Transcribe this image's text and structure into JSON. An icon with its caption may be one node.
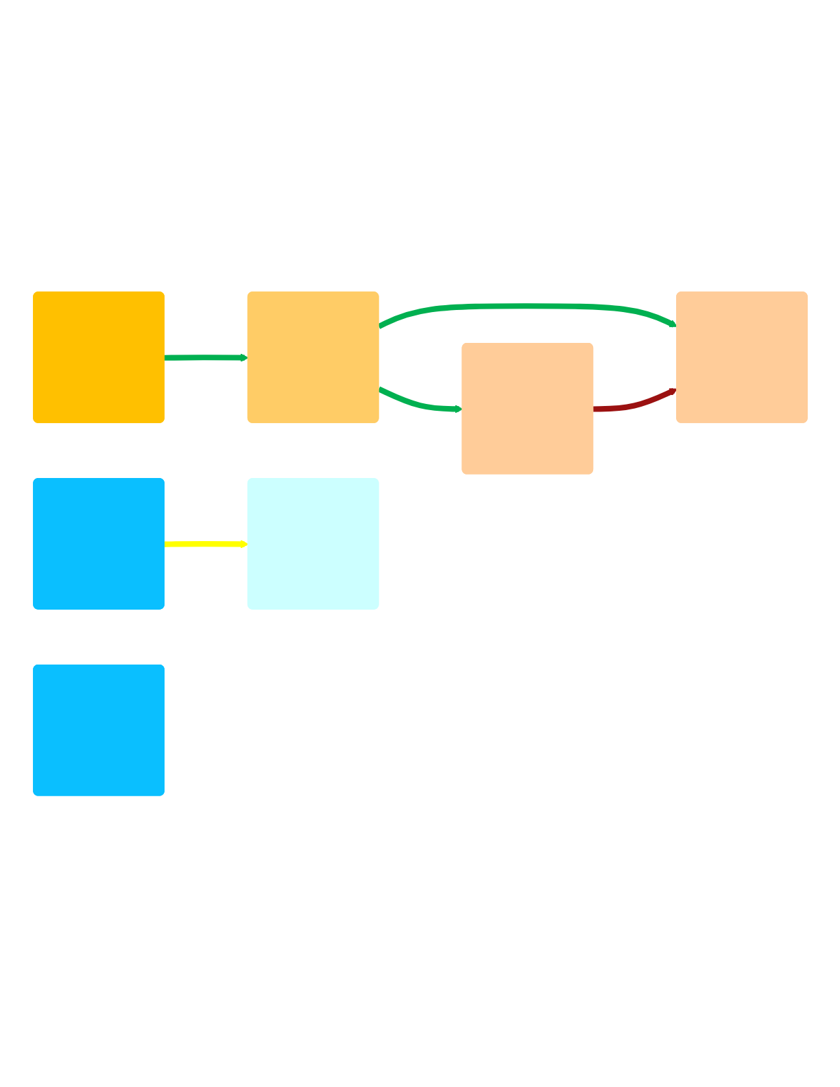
{
  "diagram": {
    "nodes": [
      {
        "text": [],
        "shape": "box"
      },
      {
        "text": [],
        "shape": "box"
      },
      {
        "text": [],
        "shape": "box"
      },
      {
        "text": [],
        "shape": "box"
      },
      {
        "text": [],
        "shape": "box"
      },
      {
        "text": [],
        "shape": "box"
      },
      {
        "text": [],
        "shape": "box"
      }
    ],
    "edges": [
      {
        "from": 0,
        "to": 1,
        "arrow": "to"
      },
      {
        "from": 1,
        "to": 2,
        "arrow": "to"
      },
      {
        "from": 1,
        "to": 3,
        "arrow": "to"
      },
      {
        "from": 3,
        "to": 2,
        "arrow": "to",
        "color": "#9b1111"
      },
      {
        "from": 4,
        "to": 6,
        "arrow": "to",
        "color": "#ffff00"
      }
    ]
  }
}
